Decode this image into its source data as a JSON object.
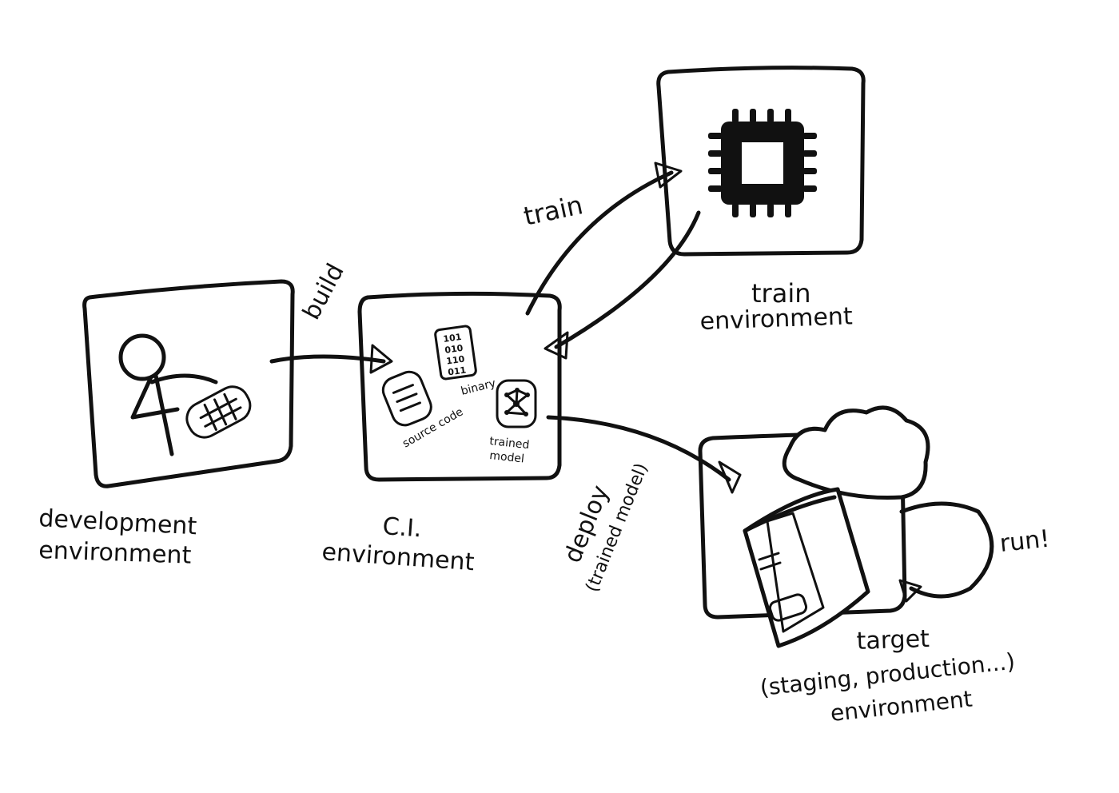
{
  "nodes": {
    "development": {
      "line1": "development",
      "line2": "environment"
    },
    "ci": {
      "line1": "C.I.",
      "line2": "environment"
    },
    "train": {
      "line1": "train",
      "line2": "environment"
    },
    "target": {
      "line1": "target",
      "line2": "(staging, production...)",
      "line3": "environment"
    }
  },
  "artifacts": {
    "source_code": "source code",
    "binary": "binary",
    "binary_digits": [
      "101",
      "010",
      "110",
      "011"
    ],
    "trained_model_line1": "trained",
    "trained_model_line2": "model"
  },
  "edges": {
    "build": "build",
    "train": "train",
    "deploy": "deploy",
    "deploy_note": "(trained model)",
    "run": "run!"
  }
}
